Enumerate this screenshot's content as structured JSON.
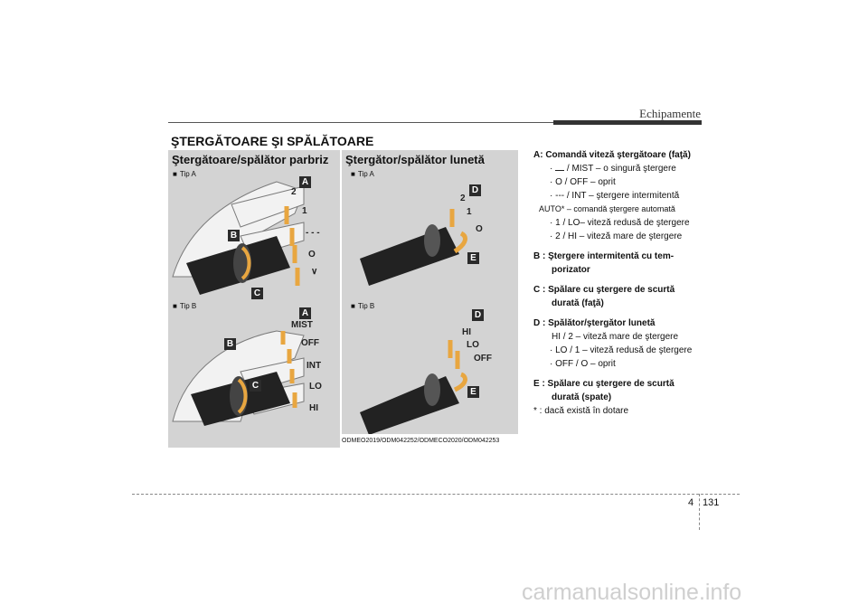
{
  "header": {
    "section": "Echipamente"
  },
  "title": "ŞTERGĂTOARE ŞI SPĂLĂTOARE",
  "panels": {
    "front": {
      "heading": "Ştergătoare/spălător parbriz",
      "tip_a": "Tip A",
      "tip_b": "Tip B",
      "letters": [
        "A",
        "B",
        "C"
      ],
      "labels_a": [
        "2",
        "1",
        "- - -",
        "O",
        "∨"
      ],
      "labels_b": [
        "MIST",
        "OFF",
        "INT",
        "LO",
        "HI"
      ]
    },
    "rear": {
      "heading": "Ştergător/spălător lunetă",
      "tip_a": "Tip A",
      "tip_b": "Tip B",
      "letters": [
        "D",
        "E"
      ],
      "labels_a": [
        "2",
        "1",
        "O"
      ],
      "labels_b": [
        "HI",
        "LO",
        "OFF"
      ]
    }
  },
  "image_code": "ODMEO2019/ODM042252/ODMECO2020/ODM042253",
  "legend": {
    "a_title": "A: Comandă viteză ştergătoare (faţă)",
    "a_items": [
      "· ",
      " / MIST – o singură ştergere",
      "· O / OFF – oprit",
      "· --- / INT – ştergere intermitentă",
      "AUTO* – comandă ştergere automată",
      "· 1 / LO– viteză redusă de ştergere",
      "· 2 / HI – viteză mare de ştergere"
    ],
    "b": "B : Ştergere intermitentă cu tem-",
    "b_cont": "porizator",
    "c": "C : Spălare cu ştergere de scurtă",
    "c_cont": "durată (faţă)",
    "d": "D : Spălător/ştergător lunetă",
    "d_items": [
      "HI / 2 – viteză mare de ştergere",
      "· LO / 1 – viteză redusă de ştergere",
      "· OFF / O – oprit"
    ],
    "e": "E : Spălare cu ştergere de scurtă",
    "e_cont": "durată (spate)",
    "note": "* : dacă există în dotare"
  },
  "footer": {
    "chapter": "4",
    "page": "131"
  },
  "watermark": "carmanualsonline.info"
}
